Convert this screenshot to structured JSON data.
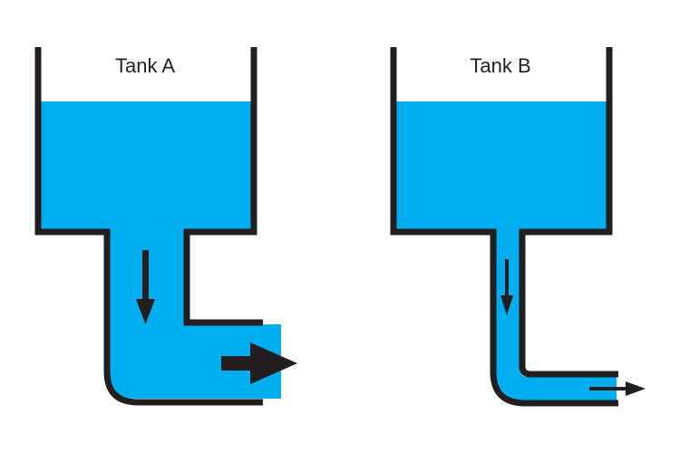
{
  "colors": {
    "water": "#00aeef",
    "outline": "#231f20",
    "background": "#ffffff"
  },
  "tanks": [
    {
      "label": "Tank A",
      "pipe": "wide"
    },
    {
      "label": "Tank B",
      "pipe": "narrow"
    }
  ]
}
